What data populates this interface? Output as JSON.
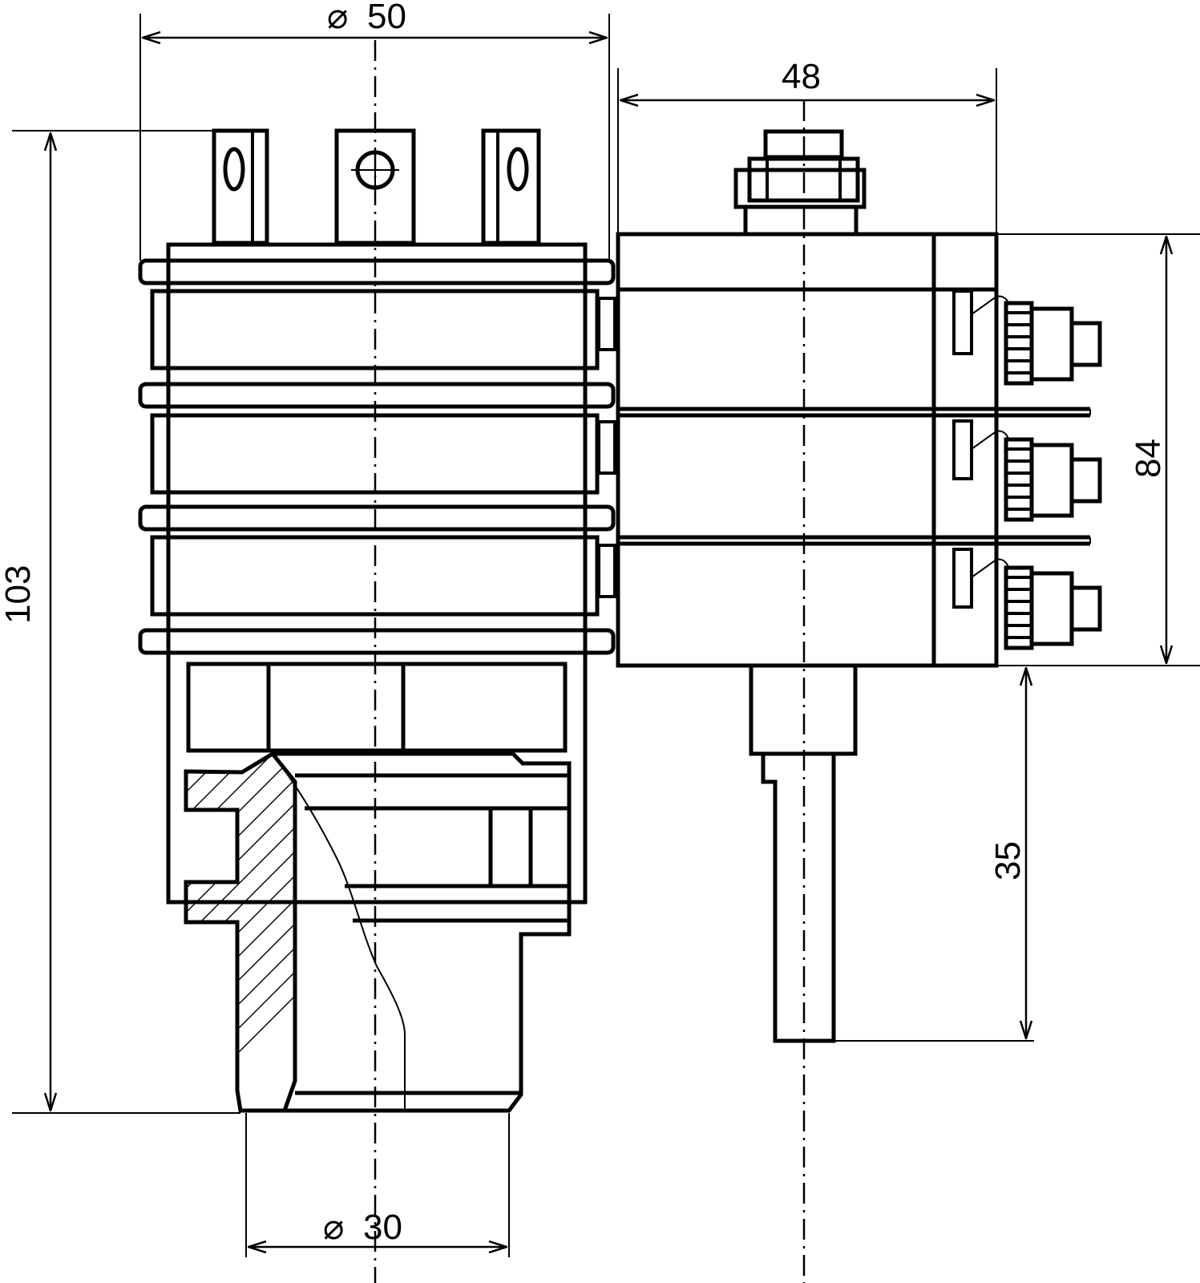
{
  "drawing": {
    "dimensions": {
      "top_diameter": {
        "symbol": "⌀",
        "value": "50"
      },
      "bottom_diameter": {
        "symbol": "⌀",
        "value": "30"
      },
      "overall_height": "103",
      "block_width": "48",
      "block_height": "84",
      "shaft_length": "35"
    },
    "colors": {
      "line": "#000000",
      "background": "#ffffff"
    }
  }
}
